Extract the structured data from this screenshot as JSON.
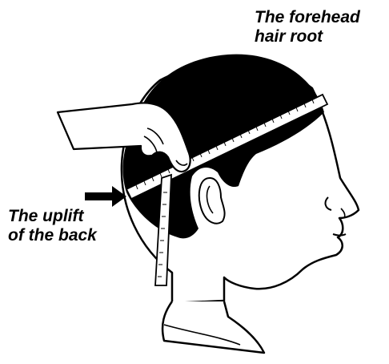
{
  "labels": {
    "forehead": {
      "line1": "The forehead",
      "line2": "hair root"
    },
    "back": {
      "line1": "The uplift",
      "line2": "of the back"
    }
  },
  "colors": {
    "hair": "#000000",
    "outline": "#000000",
    "skin": "#ffffff",
    "tape": "#ffffff"
  },
  "icons": {
    "pointer": "right-arrow-icon"
  }
}
